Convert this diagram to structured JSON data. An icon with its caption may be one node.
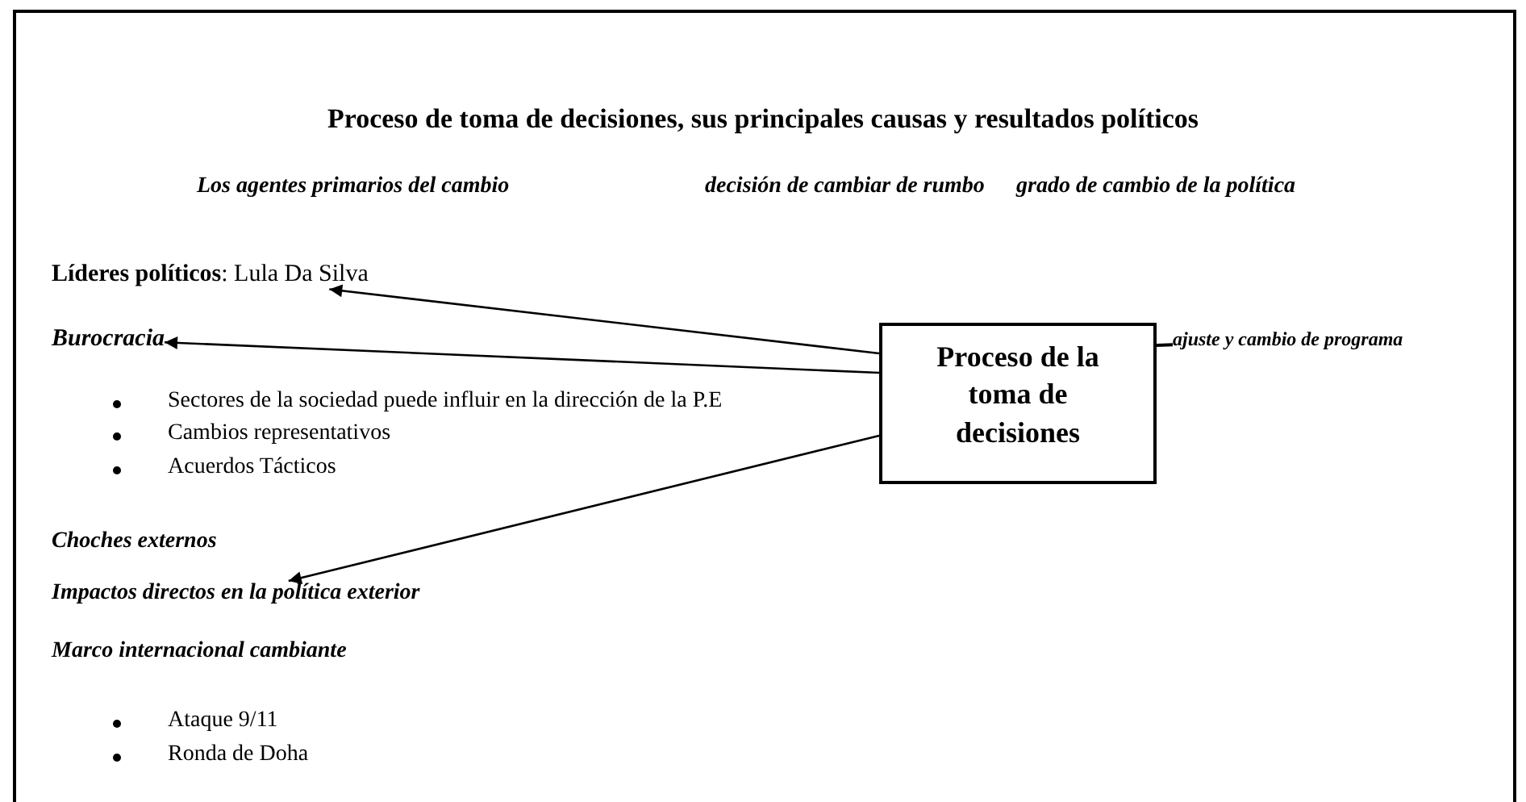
{
  "diagram": {
    "title": "Proceso de toma de decisiones, sus principales causas y resultados políticos",
    "nodes": [
      {
        "text": [
          "**Líderes políticos**: Lula Da Silva"
        ]
      },
      {
        "text": [
          "Burocracia"
        ]
      },
      {
        "text": [
          "Proceso de la toma de decisiones"
        ]
      },
      {
        "text": [
          "ajuste y cambio de programa"
        ]
      },
      {
        "text": [
          "Impactos directos en la política exterior"
        ]
      }
    ],
    "edges": [
      {
        "from": 2,
        "to": 0,
        "arrow": "to"
      },
      {
        "from": 2,
        "to": 1,
        "arrow": "to"
      },
      {
        "from": 2,
        "to": 4,
        "arrow": "to"
      },
      {
        "from": 2,
        "to": 3,
        "arrow": "none"
      }
    ],
    "labels": [
      "Los agentes primarios del cambio",
      "decisión de cambiar de rumbo",
      "grado de cambio de la política",
      "Sectores de la sociedad puede influir en la dirección de la P.E",
      "Cambios representativos",
      "Acuerdos Tácticos",
      "Choches externos",
      "Marco internacional cambiante",
      "Ataque 9/11",
      "Ronda de Doha"
    ]
  }
}
